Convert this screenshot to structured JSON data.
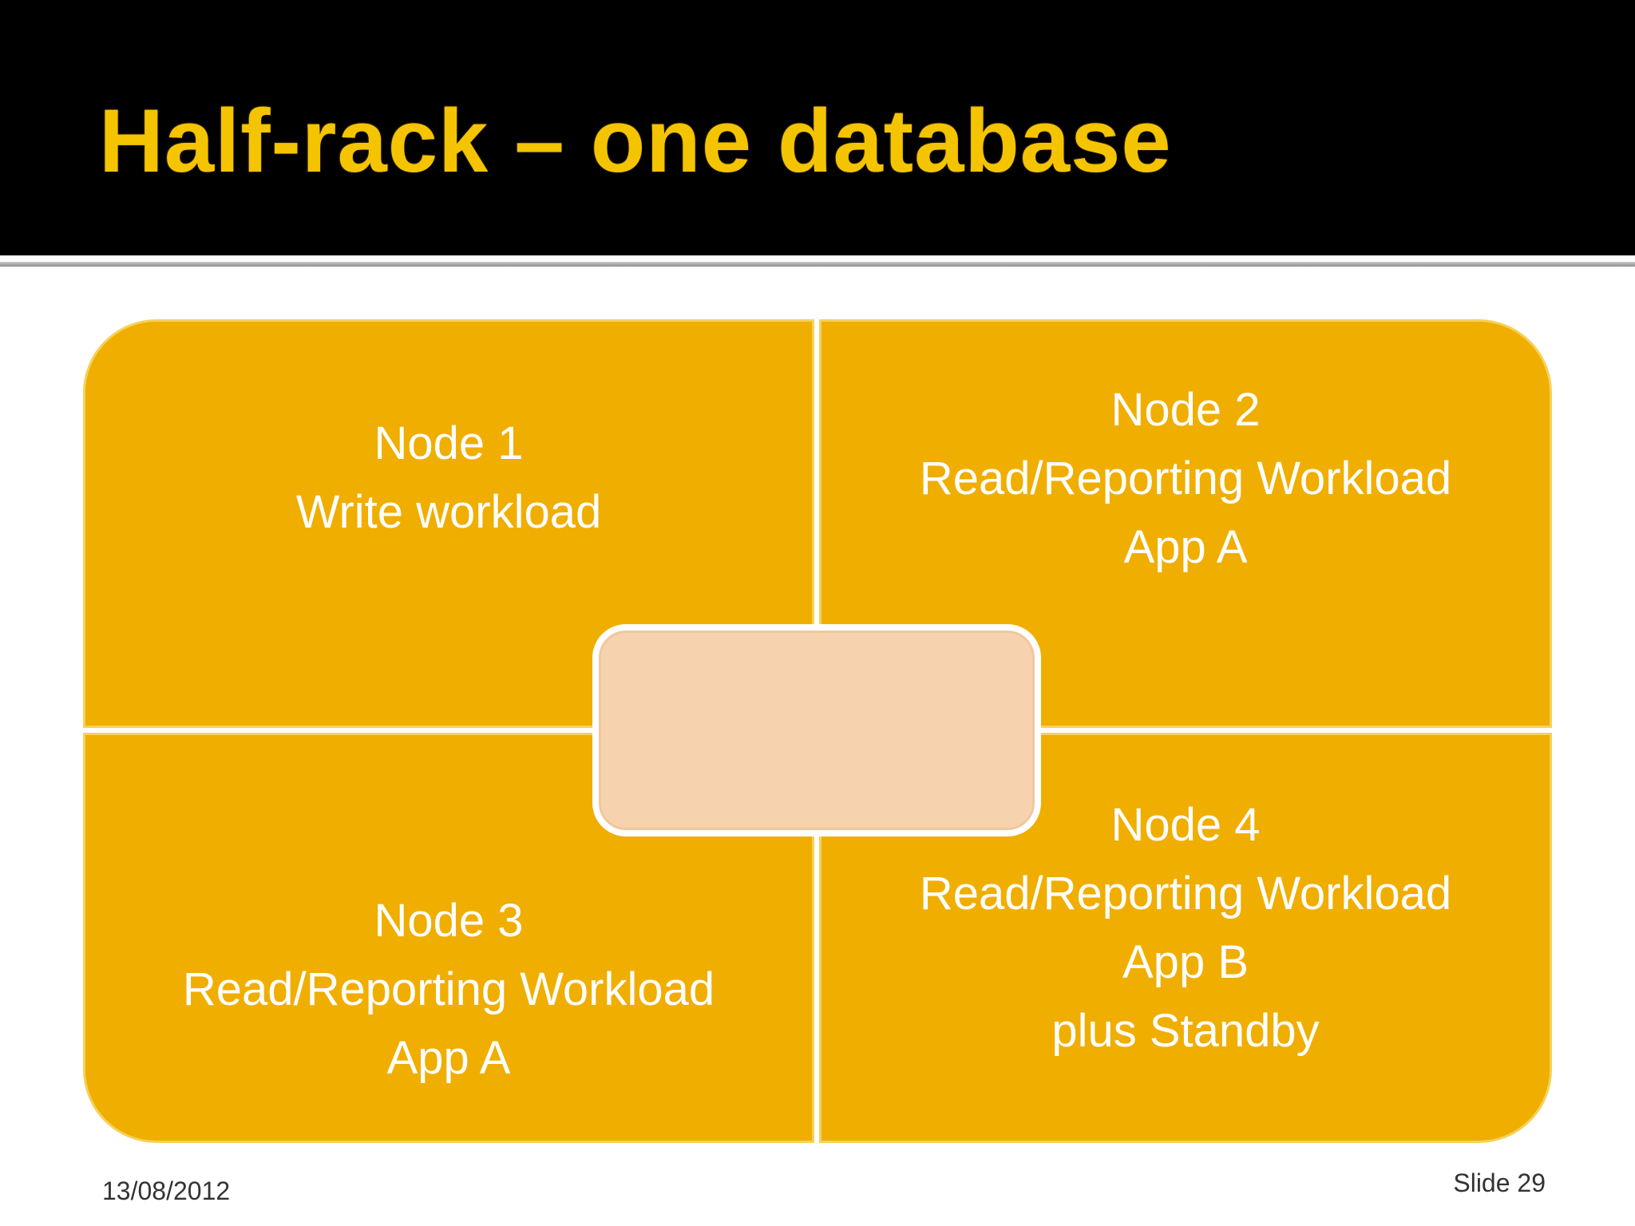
{
  "slide": {
    "title": "Half-rack – one database",
    "footer_date": "13/08/2012",
    "footer_slide": "Slide 29"
  },
  "nodes": [
    {
      "name": "Node 1",
      "line2": "Write workload"
    },
    {
      "name": "Node 2",
      "line2": "Read/Reporting Workload",
      "line3": "App A"
    },
    {
      "name": "Node 3",
      "line2": "Read/Reporting Workload",
      "line3": "App A"
    },
    {
      "name": "Node 4",
      "line2": "Read/Reporting Workload",
      "line3": "App B",
      "line4": "plus Standby"
    }
  ],
  "colors": {
    "header_background": "#000000",
    "title": "#f5c400",
    "quadrant_fill": "#f0ae00",
    "center_fill": "#f6d2ae",
    "node_text": "#ffffff"
  }
}
